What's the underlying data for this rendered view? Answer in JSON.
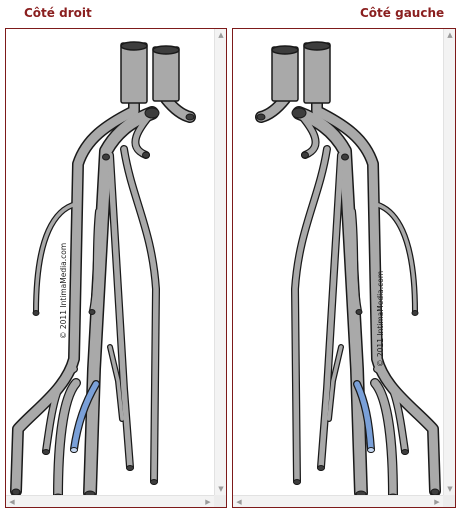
{
  "labels": {
    "left_title": "Côté droit",
    "right_title": "Côté gauche",
    "copyright": "© 2011 IntimaMedia.com"
  },
  "colors": {
    "title": "#8a1f1f",
    "frame": "#7d1a1a",
    "vessel_fill": "#a9a9a9",
    "vessel_outline": "#1a1a1a",
    "highlight_vessel": "#7aa0d8"
  },
  "icons": {
    "scroll_up": "▲",
    "scroll_down": "▼",
    "scroll_left": "◀",
    "scroll_right": "▶"
  }
}
